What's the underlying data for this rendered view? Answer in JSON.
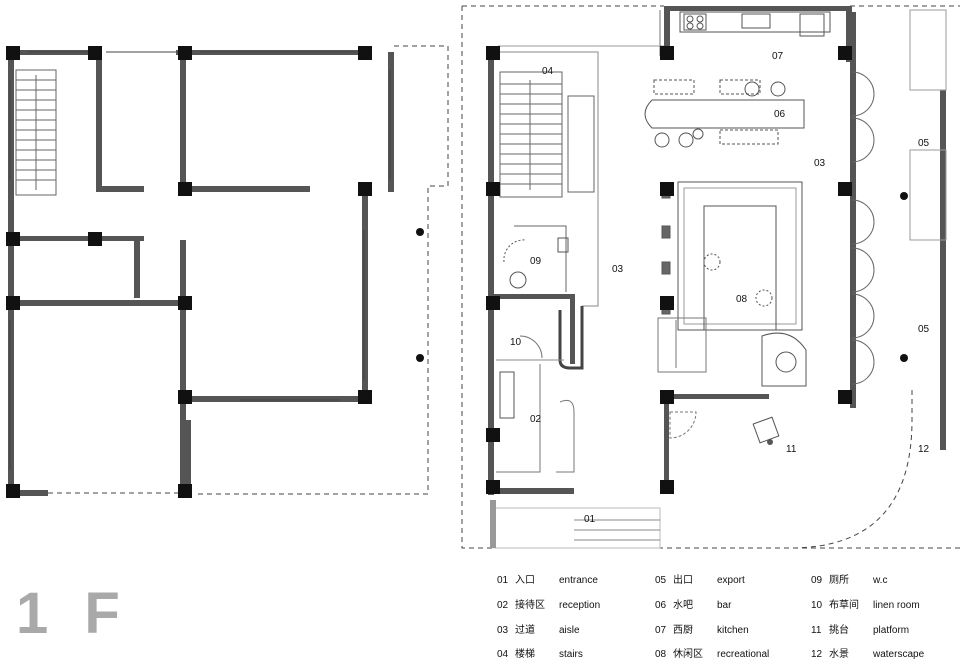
{
  "floor_label": "1 F",
  "rooms": [
    {
      "id": "r01",
      "text": "01"
    },
    {
      "id": "r02",
      "text": "02"
    },
    {
      "id": "r03a",
      "text": "03"
    },
    {
      "id": "r03b",
      "text": "03"
    },
    {
      "id": "r04",
      "text": "04"
    },
    {
      "id": "r05a",
      "text": "05"
    },
    {
      "id": "r05b",
      "text": "05"
    },
    {
      "id": "r06",
      "text": "06"
    },
    {
      "id": "r07",
      "text": "07"
    },
    {
      "id": "r08",
      "text": "08"
    },
    {
      "id": "r09",
      "text": "09"
    },
    {
      "id": "r10",
      "text": "10"
    },
    {
      "id": "r11",
      "text": "11"
    },
    {
      "id": "r12",
      "text": "12"
    }
  ],
  "legend": [
    {
      "num": "01",
      "zh": "入口",
      "en": "entrance"
    },
    {
      "num": "02",
      "zh": "接待区",
      "en": "reception"
    },
    {
      "num": "03",
      "zh": "过道",
      "en": "aisle"
    },
    {
      "num": "04",
      "zh": "楼梯",
      "en": "stairs"
    },
    {
      "num": "05",
      "zh": "出口",
      "en": "export"
    },
    {
      "num": "06",
      "zh": "水吧",
      "en": "bar"
    },
    {
      "num": "07",
      "zh": "西厨",
      "en": "kitchen"
    },
    {
      "num": "08",
      "zh": "休闲区",
      "en": "recreational"
    },
    {
      "num": "09",
      "zh": "厕所",
      "en": "w.c"
    },
    {
      "num": "10",
      "zh": "布草间",
      "en": "linen room"
    },
    {
      "num": "11",
      "zh": "挑台",
      "en": "platform"
    },
    {
      "num": "12",
      "zh": "水景",
      "en": "waterscape"
    }
  ]
}
